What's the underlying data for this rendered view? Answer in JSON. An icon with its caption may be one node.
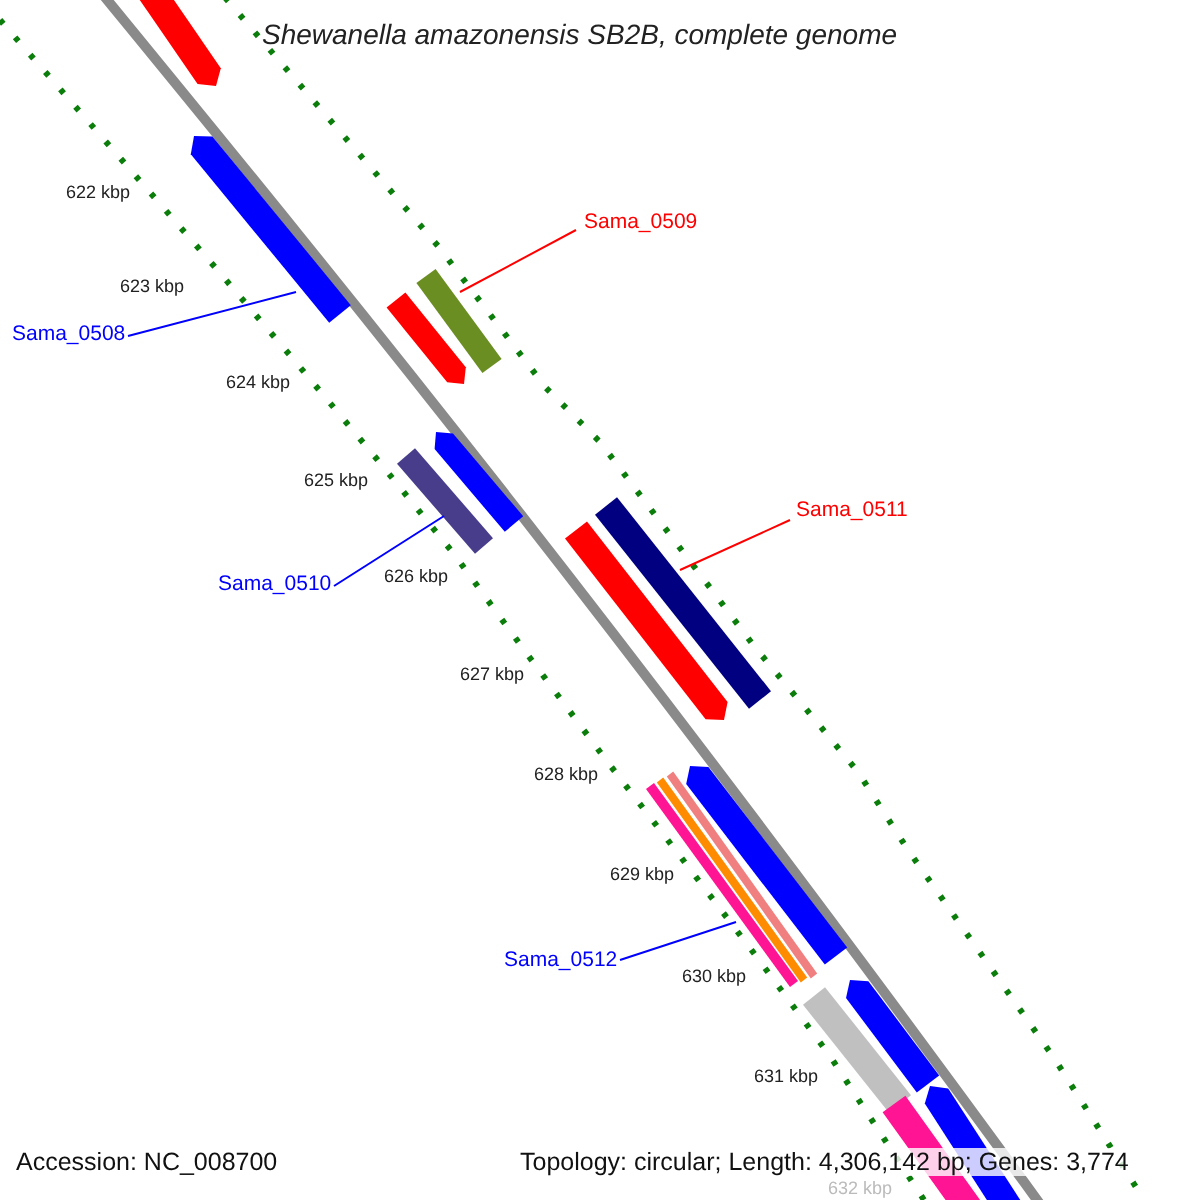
{
  "diagram": {
    "title": "Shewanella amazonensis SB2B, complete genome",
    "nodes": [
      {
        "text": [
          "Sama_0508"
        ]
      },
      {
        "text": [],
        "shape": "bar"
      },
      {
        "text": [
          "Sama_0509"
        ]
      },
      {
        "text": [],
        "shape": "bar"
      },
      {
        "text": [
          "Sama_0510"
        ]
      },
      {
        "text": [],
        "shape": "bar"
      },
      {
        "text": [
          "Sama_0511"
        ]
      },
      {
        "text": [],
        "shape": "bar"
      },
      {
        "text": [
          "Sama_0512"
        ]
      },
      {
        "text": [],
        "shape": "bar"
      }
    ],
    "edges": [
      {
        "from": 0,
        "to": 1,
        "arrow": "none"
      },
      {
        "from": 2,
        "to": 3,
        "arrow": "none",
        "color": "#ff0000"
      },
      {
        "from": 4,
        "to": 5,
        "arrow": "none"
      },
      {
        "from": 6,
        "to": 7,
        "arrow": "none",
        "color": "#ff0000"
      },
      {
        "from": 8,
        "to": 9,
        "arrow": "none"
      }
    ],
    "labels": [
      "622 kbp",
      "623 kbp",
      "624 kbp",
      "625 kbp",
      "626 kbp",
      "627 kbp",
      "628 kbp",
      "629 kbp",
      "630 kbp",
      "631 kbp",
      "632 kbp",
      "Accession: NC_008700",
      "Topology: circular; Length: 4,306,142 bp; Genes: 3,774"
    ]
  }
}
